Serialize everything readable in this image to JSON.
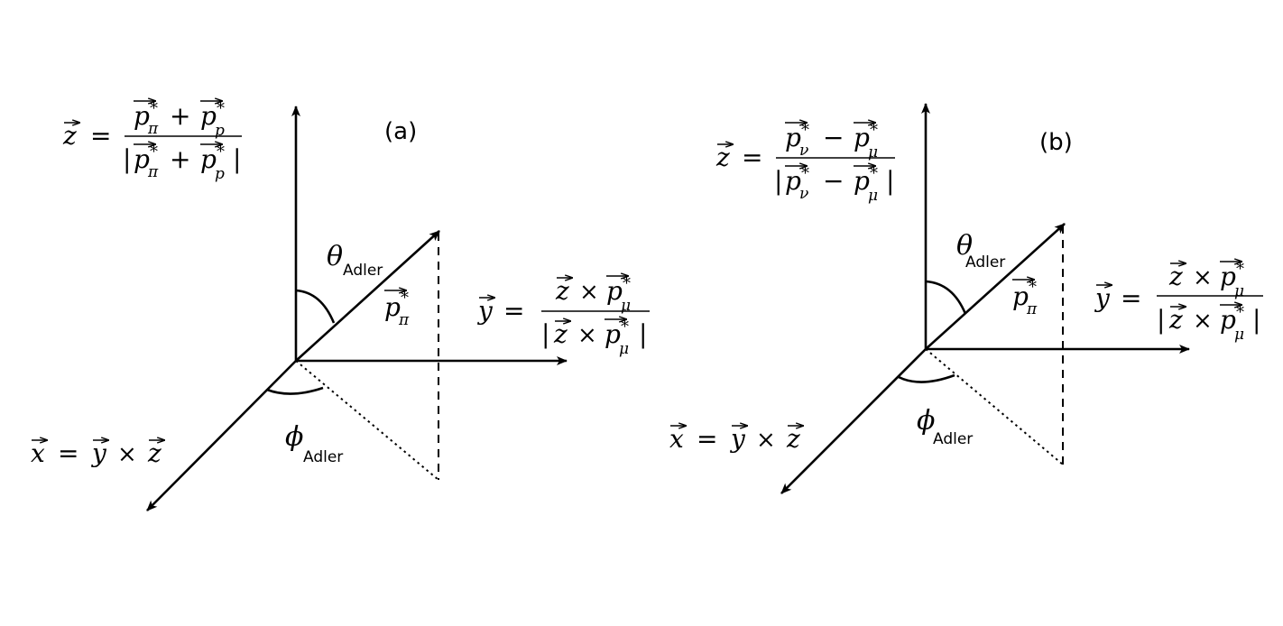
{
  "panel_a": {
    "label": "(a)",
    "z_axis": {
      "lhs": "z",
      "eq": "=",
      "num_1": "p",
      "num_1_sub": "π",
      "num_op": "+",
      "num_2": "p",
      "num_2_sub": "p",
      "den_1": "p",
      "den_1_sub": "π",
      "den_op": "+",
      "den_2": "p",
      "den_2_sub": "p",
      "star": "*"
    },
    "y_axis": {
      "lhs": "y",
      "eq": "=",
      "num_z": "z",
      "cross": "×",
      "num_p": "p",
      "num_p_sub": "μ",
      "den_z": "z",
      "den_p": "p",
      "den_p_sub": "μ",
      "star": "*"
    },
    "x_axis": {
      "lhs": "x",
      "eq": "=",
      "y": "y",
      "cross": "×",
      "z": "z"
    },
    "theta": {
      "symbol": "θ",
      "sub": "Adler"
    },
    "phi": {
      "symbol": "ϕ",
      "sub": "Adler"
    },
    "vector": {
      "symbol": "p",
      "sub": "π",
      "star": "*"
    }
  },
  "panel_b": {
    "label": "(b)",
    "z_axis": {
      "lhs": "z",
      "eq": "=",
      "num_1": "p",
      "num_1_sub": "ν",
      "num_op": "−",
      "num_2": "p",
      "num_2_sub": "μ",
      "den_1": "p",
      "den_1_sub": "ν",
      "den_op": "−",
      "den_2": "p",
      "den_2_sub": "μ",
      "star": "*"
    },
    "y_axis": {
      "lhs": "y",
      "eq": "=",
      "num_z": "z",
      "cross": "×",
      "num_p": "p",
      "num_p_sub": "μ",
      "den_z": "z",
      "den_p": "p",
      "den_p_sub": "μ",
      "star": "*"
    },
    "x_axis": {
      "lhs": "x",
      "eq": "=",
      "y": "y",
      "cross": "×",
      "z": "z"
    },
    "theta": {
      "symbol": "θ",
      "sub": "Adler"
    },
    "phi": {
      "symbol": "ϕ",
      "sub": "Adler"
    },
    "vector": {
      "symbol": "p",
      "sub": "π",
      "star": "*"
    }
  }
}
